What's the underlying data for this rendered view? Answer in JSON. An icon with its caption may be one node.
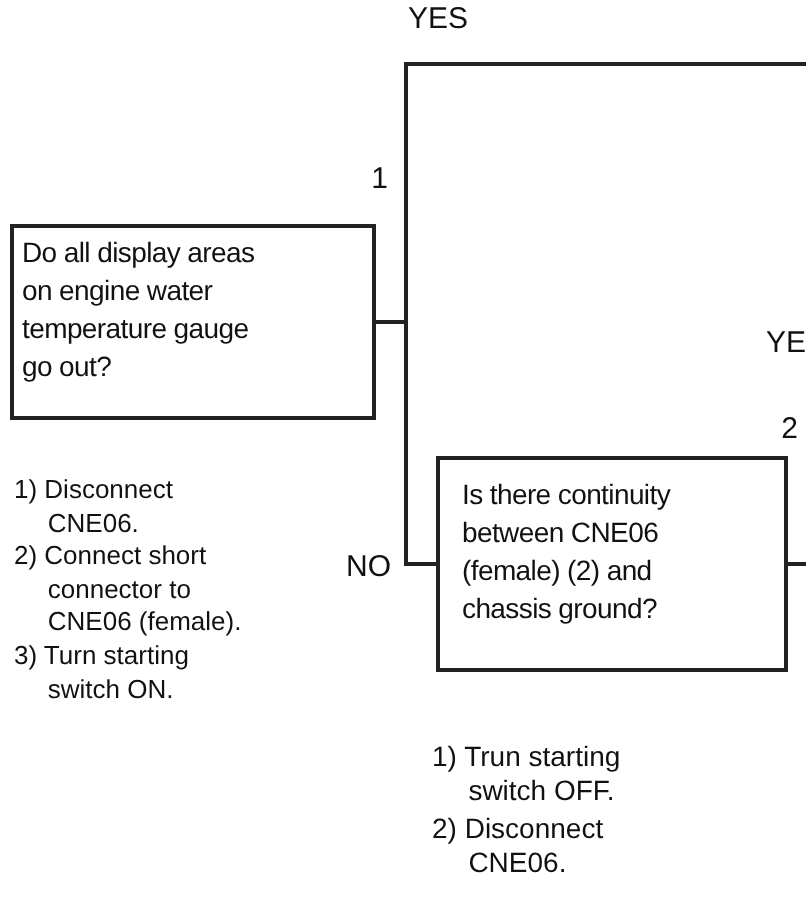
{
  "diagram": {
    "nodes": [
      {
        "text": [
          "Do all display areas on engine water temperature gauge go out?"
        ],
        "beside": [
          "1",
          "1) Disconnect CNE06.",
          "2) Connect short connector to CNE06 (female).",
          "3) Turn starting switch ON."
        ]
      },
      {
        "text": [
          "Is there continuity between CNE06 (female) (2) and chassis ground?"
        ],
        "beside": [
          "2",
          "1) Trun starting switch OFF.",
          "2) Disconnect CNE06."
        ]
      }
    ],
    "edges": [
      {
        "from": 0,
        "to": null,
        "arrow": "none",
        "label": "YES"
      },
      {
        "from": 0,
        "to": 1,
        "arrow": "none",
        "label": "NO"
      },
      {
        "from": 1,
        "to": null,
        "arrow": "none"
      }
    ],
    "labels": [
      "YE"
    ]
  }
}
